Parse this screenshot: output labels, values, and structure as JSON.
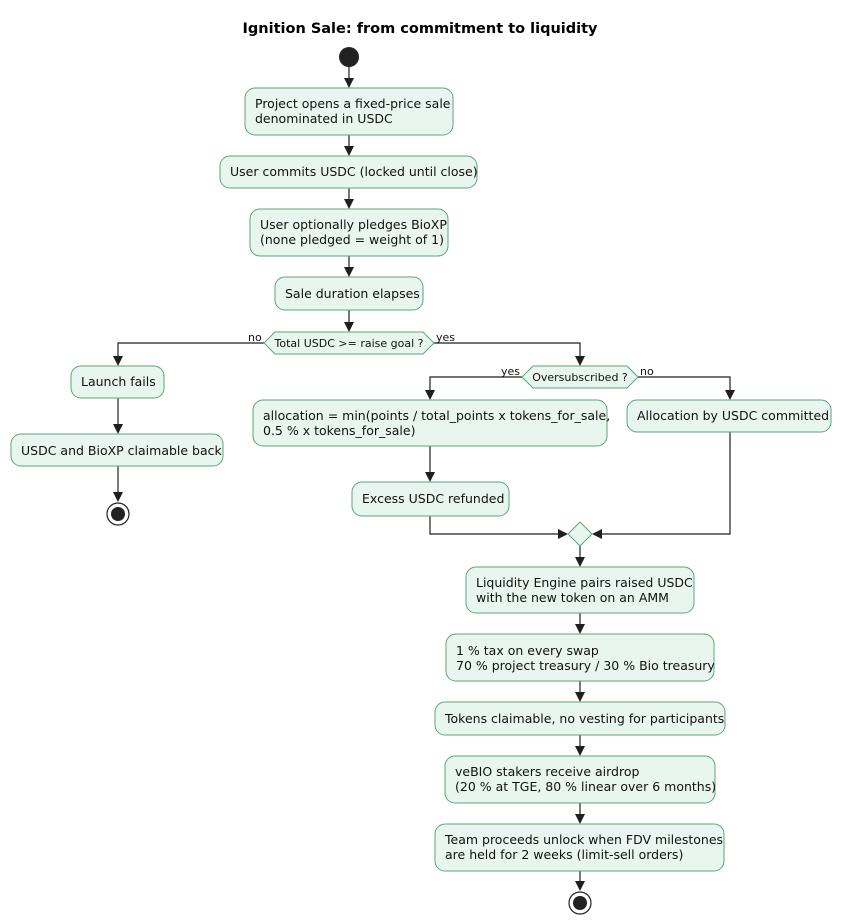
{
  "title": "Ignition Sale: from commitment to liquidity",
  "nodes": {
    "open_sale": [
      "Project opens a fixed-price sale",
      "denominated in USDC"
    ],
    "commit": "User commits USDC (locked until close)",
    "pledge": [
      "User optionally pledges BioXP",
      "(none pledged = weight of 1)"
    ],
    "elapse": "Sale duration elapses",
    "goal_check": "Total USDC >= raise goal ?",
    "launch_fails": "Launch fails",
    "claim_back": "USDC and BioXP claimable back",
    "oversub_check": "Oversubscribed ?",
    "allocation_formula": [
      "allocation = min(points / total_points x tokens_for_sale,",
      "0.5 % x tokens_for_sale)"
    ],
    "alloc_by_usdc": "Allocation by USDC committed",
    "excess_refund": "Excess USDC refunded",
    "liquidity": [
      "Liquidity Engine pairs raised USDC",
      "with the new token on an AMM"
    ],
    "tax": [
      "1 % tax on every swap",
      "70 % project treasury / 30 % Bio treasury"
    ],
    "claimable": "Tokens claimable, no vesting for participants",
    "airdrop": [
      "veBIO stakers receive airdrop",
      "(20 % at TGE, 80 % linear over 6 months)"
    ],
    "team_unlock": [
      "Team proceeds unlock when FDV milestones",
      "are held for 2 weeks (limit-sell orders)"
    ]
  },
  "edge_labels": {
    "goal_no": "no",
    "goal_yes": "yes",
    "oversub_yes": "yes",
    "oversub_no": "no"
  },
  "colors": {
    "node_fill": "#e9f6ef",
    "node_border": "#5aa67a",
    "arrow": "#1f1f1f"
  }
}
